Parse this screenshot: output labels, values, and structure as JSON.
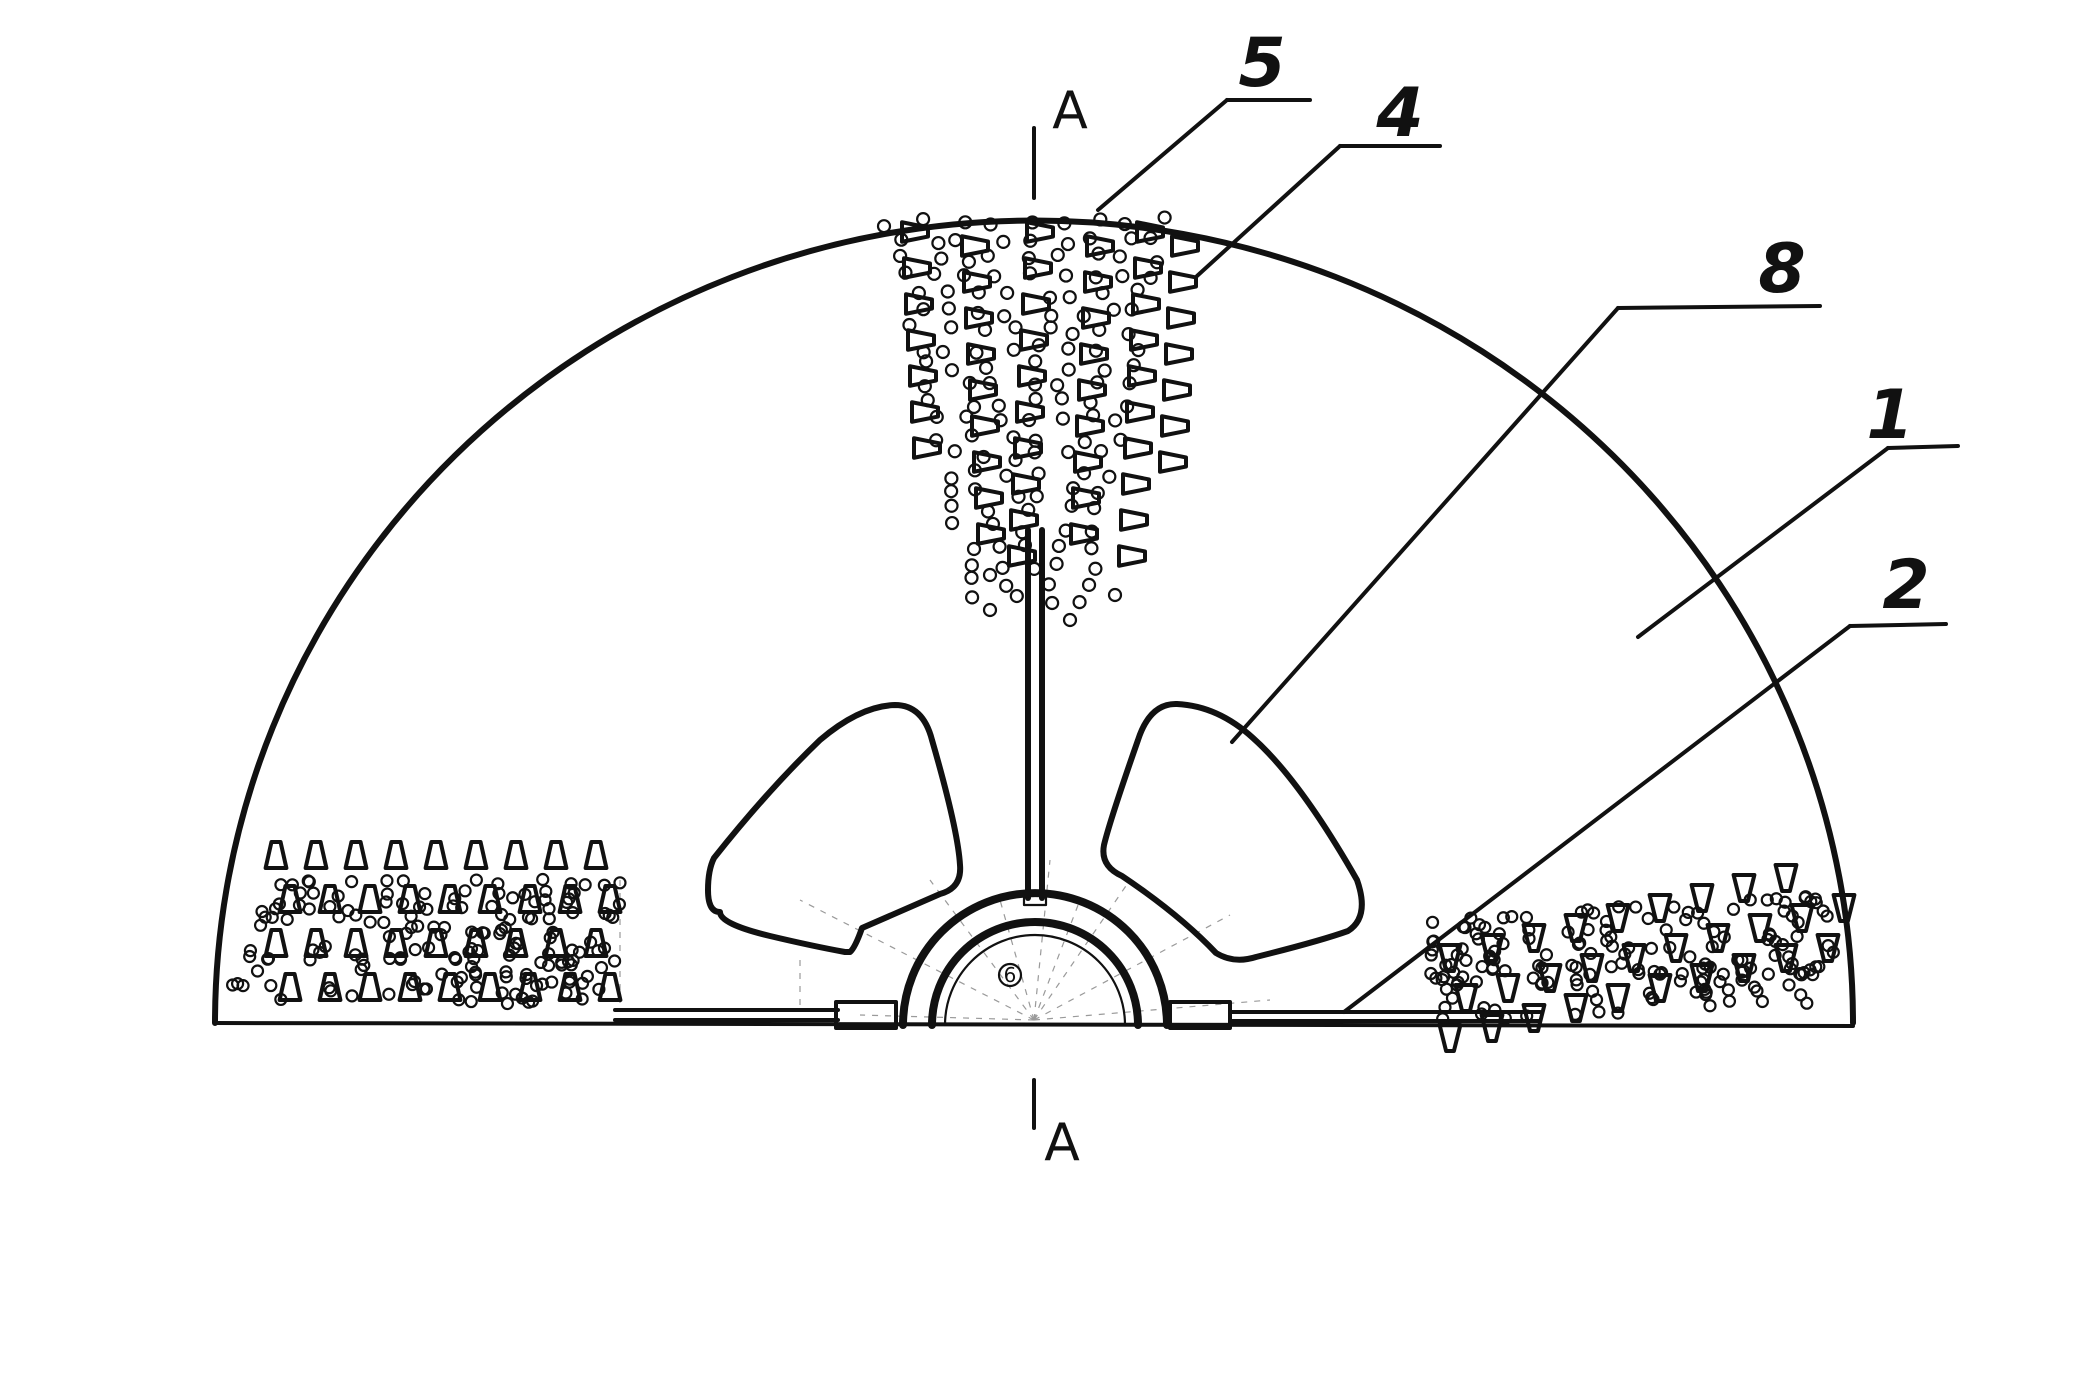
{
  "figure": {
    "section_marks": {
      "top": "A",
      "bottom": "A"
    },
    "reference_numerals": [
      {
        "id": "5",
        "text": "5"
      },
      {
        "id": "4",
        "text": "4"
      },
      {
        "id": "8",
        "text": "8"
      },
      {
        "id": "1",
        "text": "1"
      },
      {
        "id": "2",
        "text": "2"
      }
    ],
    "hub_mark": "6",
    "ink_color": "#111111",
    "background_color": "#ffffff"
  }
}
